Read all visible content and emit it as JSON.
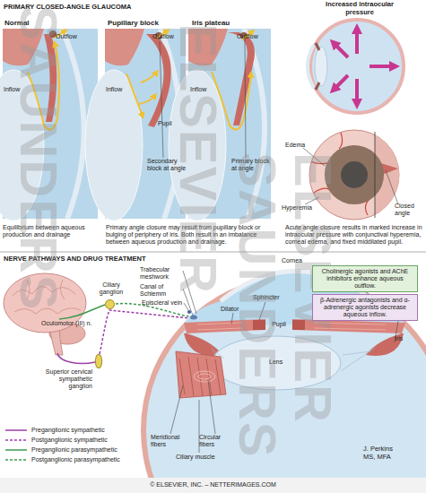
{
  "diagram": {
    "nodes": [
      {
        "text": [
          "Ciliary ganglion"
        ]
      },
      {
        "text": [
          "Superior cervical sympathetic ganglion"
        ]
      },
      {
        "text": [
          "Cholinergic agonists and AChE inhibitors enhance aqueous outflow."
        ]
      },
      {
        "text": [
          "β-Adrenergic antagonists and α-adrenergic agonists decrease aqueous inflow."
        ]
      }
    ],
    "labels": [
      "PRIMARY CLOSED-ANGLE GLAUCOMA",
      "Normal",
      "Pupillary block",
      "Iris plateau",
      "Increased intraocular pressure",
      "Outflow",
      "Inflow",
      "Outflow",
      "Inflow",
      "Pupil",
      "Secondary block at angle",
      "Outflow",
      "Inflow",
      "Primary block at angle",
      "Edema",
      "Hyperemia",
      "Closed angle",
      "Equilibrium between aqueous production and drainage",
      "Primary angle closure may result from pupillary block or bulging of periphery of iris. Both result in an imbalance between aqueous production and drainage.",
      "Acute angle closure results in marked increase in intraocular pressure with conjunctival hyperemia, corneal edema, and fixed middilated pupil.",
      "NERVE PATHWAYS AND DRUG TREATMENT",
      "Oculomotor (III) n.",
      "Trabecular meshwork",
      "Canal of Schlemm",
      "Episcleral vein",
      "Cornea",
      "Sphincter",
      "Dilator",
      "Pupil",
      "Iris",
      "Lens",
      "Meridional fibers",
      "Circular fibers",
      "Ciliary muscle",
      "J. Perkins MS, MFA",
      "© ELSEVIER, INC. – NETTERIMAGES.COM",
      "SAUNDERS",
      "ELSEVIER",
      "SAUNDERS",
      "ELSEVIER"
    ],
    "legend": [
      {
        "text": "Preganglionic sympathetic"
      },
      {
        "text": "Postganglionic sympathetic"
      },
      {
        "text": "Preganglionic parasympathetic"
      },
      {
        "text": "Postganglionic parasympathetic"
      }
    ]
  }
}
